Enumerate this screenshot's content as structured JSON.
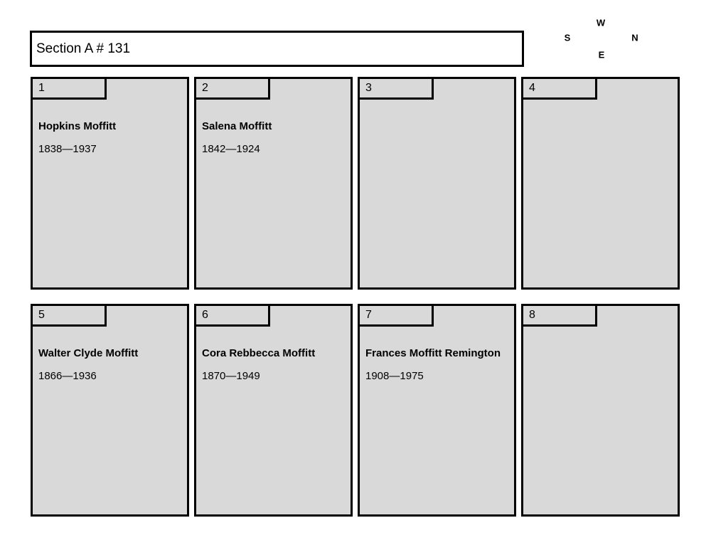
{
  "title": "Section A # 131",
  "compass": {
    "top": "W",
    "left": "S",
    "right": "N",
    "bottom": "E"
  },
  "colors": {
    "plot_fill": "#d9d9d9",
    "border": "#000000",
    "background": "#ffffff"
  },
  "plots": [
    {
      "number": "1",
      "name": "Hopkins Moffitt",
      "dates": "1838—1937"
    },
    {
      "number": "2",
      "name": "Salena Moffitt",
      "dates": "1842—1924"
    },
    {
      "number": "3",
      "name": "",
      "dates": ""
    },
    {
      "number": "4",
      "name": "",
      "dates": ""
    },
    {
      "number": "5",
      "name": "Walter Clyde Moffitt",
      "dates": "1866—1936"
    },
    {
      "number": "6",
      "name": "Cora Rebbecca Moffitt",
      "dates": "1870—1949"
    },
    {
      "number": "7",
      "name": "Frances Moffitt Remington",
      "dates": "1908—1975"
    },
    {
      "number": "8",
      "name": "",
      "dates": ""
    }
  ]
}
